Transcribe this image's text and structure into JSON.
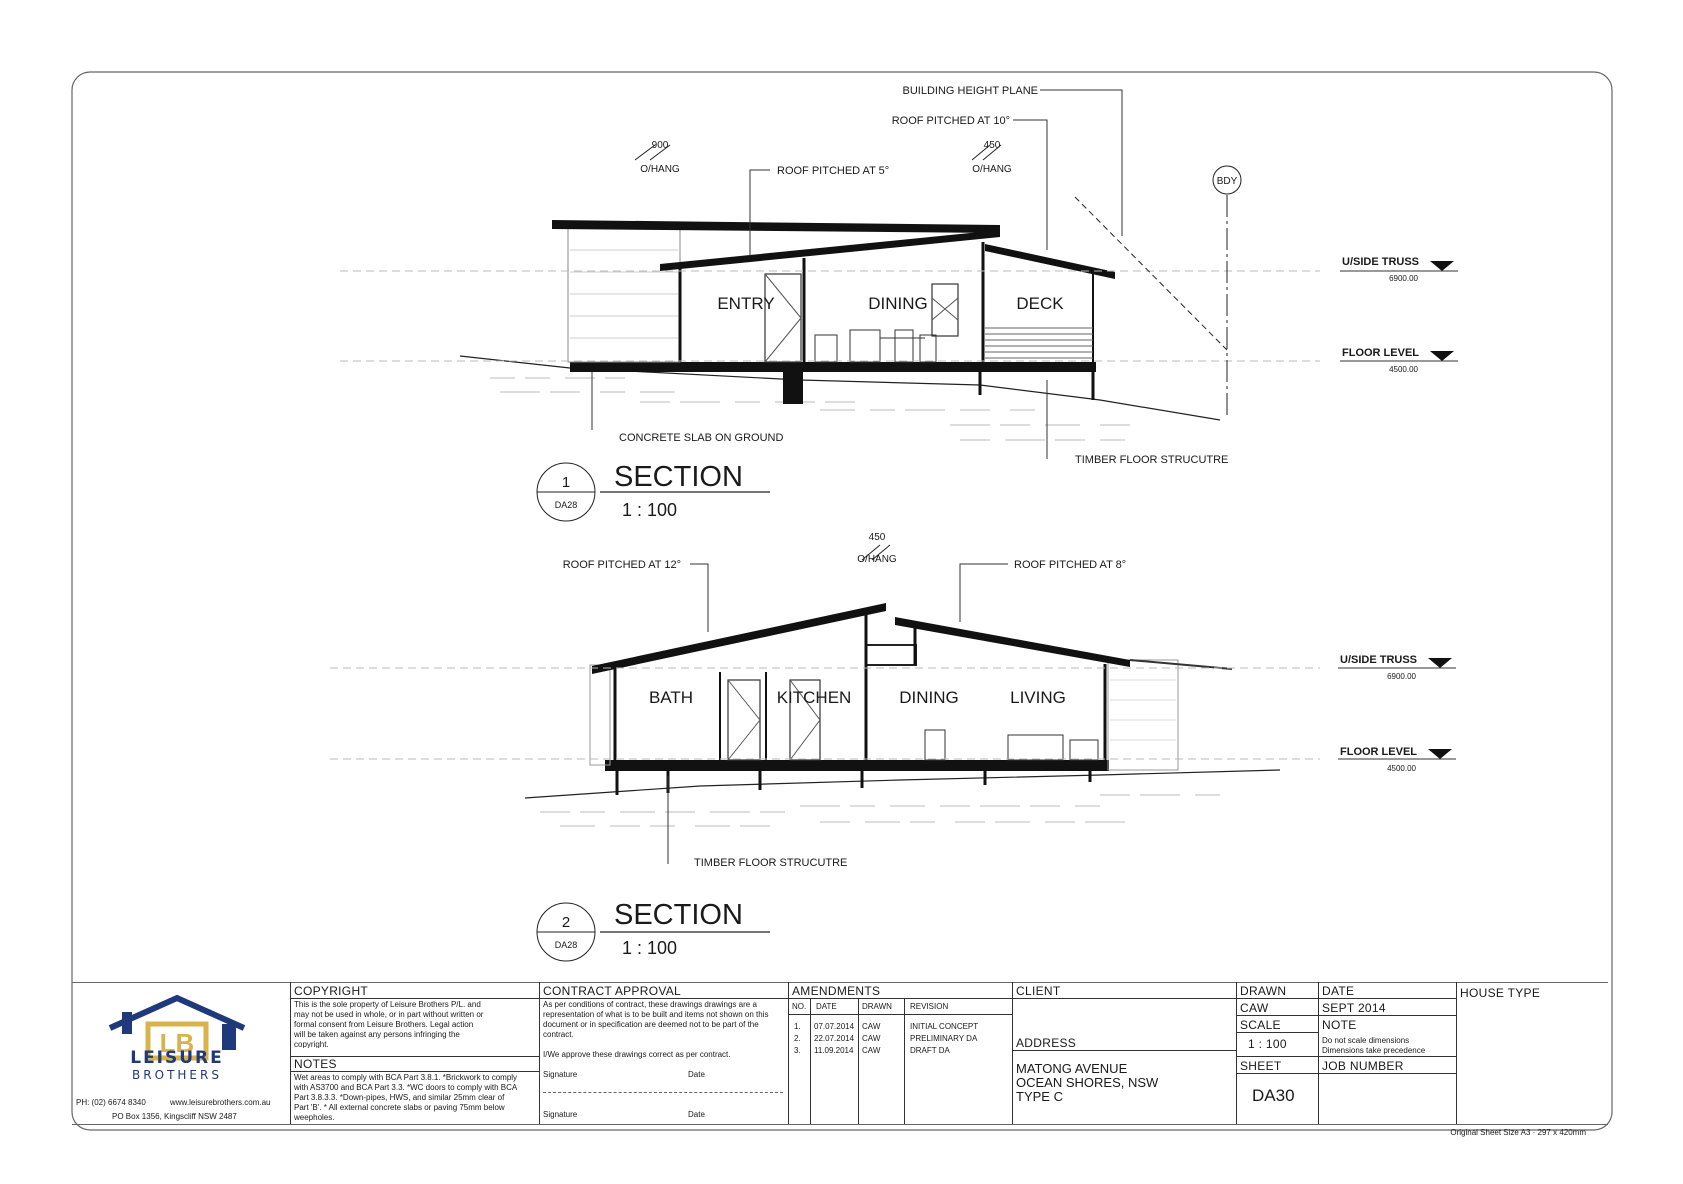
{
  "section1": {
    "number": "1",
    "ref": "DA28",
    "title": "SECTION",
    "scale": "1 : 100",
    "rooms": [
      "ENTRY",
      "DINING",
      "DECK"
    ],
    "notes": {
      "building_height_plane": "BUILDING HEIGHT PLANE",
      "roof_pitched_10": "ROOF PITCHED AT 10°",
      "roof_pitched_5": "ROOF PITCHED AT 5°",
      "ohang_900_value": "900",
      "ohang_900_label": "O/HANG",
      "ohang_450_value": "450",
      "ohang_450_label": "O/HANG",
      "bdy": "BDY",
      "concrete_slab": "CONCRETE SLAB ON GROUND",
      "timber_floor": "TIMBER FLOOR STRUCUTRE"
    },
    "levels": {
      "truss_label": "U/SIDE TRUSS",
      "truss_value": "6900.00",
      "floor_label": "FLOOR LEVEL",
      "floor_value": "4500.00"
    }
  },
  "section2": {
    "number": "2",
    "ref": "DA28",
    "title": "SECTION",
    "scale": "1 : 100",
    "rooms": [
      "BATH",
      "KITCHEN",
      "DINING",
      "LIVING"
    ],
    "notes": {
      "roof_pitched_12": "ROOF PITCHED AT 12°",
      "roof_pitched_8": "ROOF PITCHED AT 8°",
      "ohang_450_value": "450",
      "ohang_450_label": "O/HANG",
      "timber_floor": "TIMBER FLOOR STRUCUTRE"
    },
    "levels": {
      "truss_label": "U/SIDE TRUSS",
      "truss_value": "6900.00",
      "floor_label": "FLOOR LEVEL",
      "floor_value": "4500.00"
    }
  },
  "title_block": {
    "brand_line1": "LEISURE",
    "brand_line2": "BROTHERS",
    "logo_mark": "LB",
    "phone": "PH: (02) 6674 8340",
    "website": "www.leisurebrothers.com.au",
    "address": "PO Box 1356, Kingscliff NSW 2487",
    "copyright_heading": "COPYRIGHT",
    "copyright_text": "This is the sole property of Leisure Brothers P/L. and may not be used in whole, or in part without written or formal consent from Leisure Brothers. Legal action will be taken against any persons infringing the copyright.",
    "notes_heading": "NOTES",
    "notes_text": "Wet areas to comply with BCA Part 3.8.1. *Brickwork to comply with AS3700 and BCA Part 3.3. *WC doors to comply with BCA Part 3.8.3.3. *Down-pipes, HWS, and similar 25mm clear of Part 'B'. * All external concrete slabs or paving 75mm below weepholes.",
    "contract_heading": "CONTRACT APPROVAL",
    "contract_text": "As per conditions of contract, these drawings drawings are a representation of what is to be built and items not shown on this document or in specification are deemed not to be part of the contract.",
    "contract_approve": "I/We approve these drawings correct as per contract.",
    "signature_label": "Signature",
    "date_label": "Date",
    "amendments_heading": "AMENDMENTS",
    "amendments_columns": [
      "NO.",
      "DATE",
      "DRAWN",
      "REVISION"
    ],
    "amendments": [
      {
        "no": "1.",
        "date": "07.07.2014",
        "drawn": "CAW",
        "revision": "INITIAL CONCEPT"
      },
      {
        "no": "2.",
        "date": "22.07.2014",
        "drawn": "CAW",
        "revision": "PRELIMINARY DA"
      },
      {
        "no": "3.",
        "date": "11.09.2014",
        "drawn": "CAW",
        "revision": "DRAFT DA"
      }
    ],
    "client_label": "CLIENT",
    "address_label": "ADDRESS",
    "address_line1": "MATONG AVENUE",
    "address_line2": "OCEAN SHORES, NSW",
    "address_line3": "TYPE C",
    "drawn_label": "DRAWN",
    "drawn_value": "CAW",
    "date_head": "DATE",
    "date_value": "SEPT 2014",
    "scale_label": "SCALE",
    "scale_value": "1 : 100",
    "note_label": "NOTE",
    "note_line1": "Do not scale dimensions",
    "note_line2": "Dimensions take precedence",
    "sheet_label": "SHEET",
    "sheet_value": "DA30",
    "job_label": "JOB NUMBER",
    "house_type_label": "HOUSE TYPE",
    "sheet_size": "Original Sheet Size A3 · 297 x 420mm"
  },
  "colors": {
    "line": "#1a1a1a",
    "roof": "#0d0d0d",
    "logo_blue": "#1f3a7a",
    "logo_gold": "#d9b24a"
  }
}
